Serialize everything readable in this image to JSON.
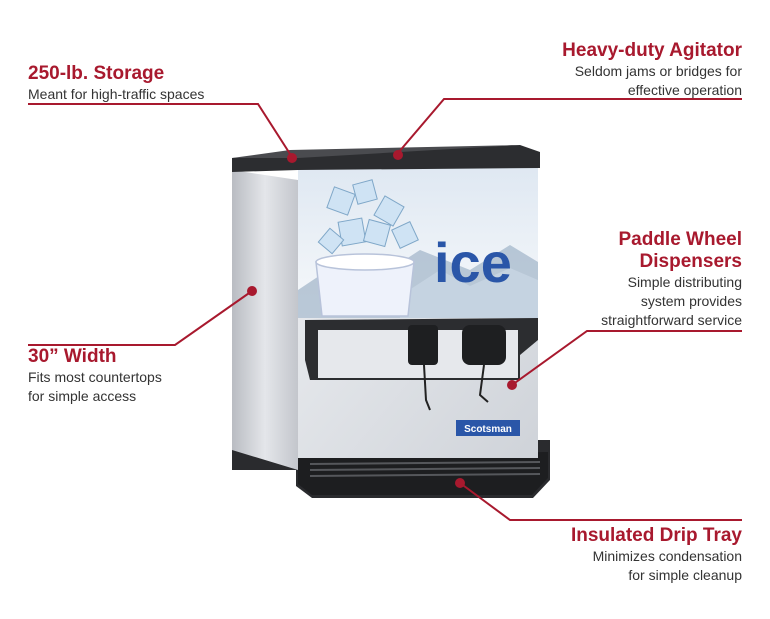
{
  "colors": {
    "accent": "#a8192e",
    "text": "#333333"
  },
  "callouts": {
    "storage": {
      "title": "250-lb. Storage",
      "desc": "Meant for high-traffic spaces"
    },
    "agitator": {
      "title": "Heavy-duty Agitator",
      "desc_line1": "Seldom jams or bridges for",
      "desc_line2": "effective operation"
    },
    "paddle": {
      "title_line1": "Paddle Wheel",
      "title_line2": "Dispensers",
      "desc_line1": "Simple distributing",
      "desc_line2": "system provides",
      "desc_line3": "straightforward service"
    },
    "width": {
      "title": "30” Width",
      "desc_line1": "Fits most countertops",
      "desc_line2": "for simple access"
    },
    "drip": {
      "title": "Insulated Drip Tray",
      "desc_line1": "Minimizes condensation",
      "desc_line2": "for simple cleanup"
    }
  },
  "product": {
    "front_word": "ice",
    "brand": "Scotsman"
  }
}
